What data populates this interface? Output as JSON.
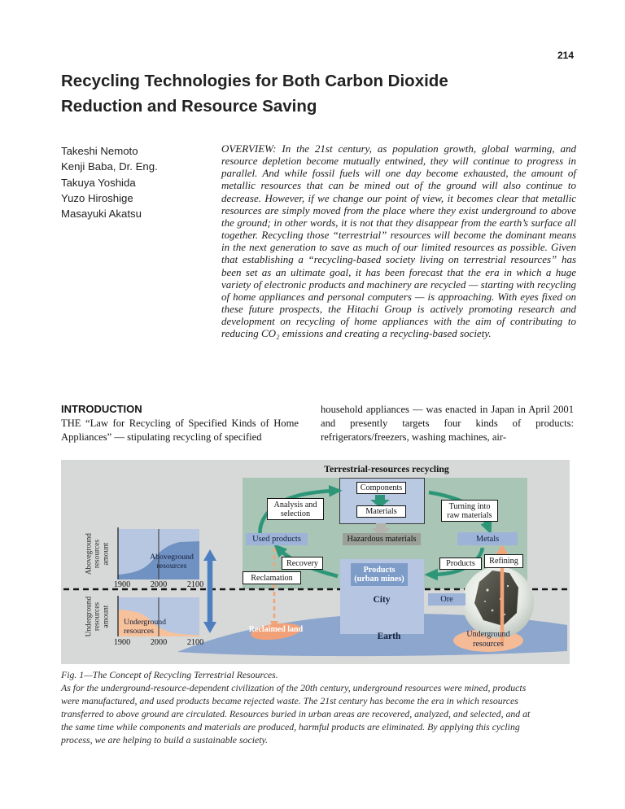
{
  "page_number": "214",
  "title": {
    "line1": "Recycling Technologies for Both Carbon Dioxide",
    "line2": "Reduction and Resource Saving"
  },
  "authors": [
    "Takeshi Nemoto",
    "Kenji Baba, Dr. Eng.",
    "Takuya Yoshida",
    "Yuzo Hiroshige",
    "Masayuki Akatsu"
  ],
  "overview": "OVERVIEW: In the 21st century, as population growth, global warming, and resource depletion become mutually entwined, they will continue to progress in parallel. And while fossil fuels will one day become exhausted, the amount of metallic resources that can be mined out of the ground will also continue to decrease. However, if we change our point of view, it becomes clear that metallic resources are simply moved from the place where they exist underground to above the ground; in other words, it is not that they disappear from the earth’s surface all together. Recycling those “terrestrial” resources will become the dominant means in the next generation to save as much of our limited resources as possible. Given that establishing a “recycling-based society living on terrestrial resources” has been set as an ultimate goal, it has been forecast that the era in which a huge variety of electronic products and machinery are recycled — starting with recycling of home appliances and personal computers — is approaching. With eyes fixed on these future prospects, the Hitachi Group is actively promoting research and development on recycling of home appliances with the aim of contributing to reducing CO₂ emissions and creating a recycling-based society.",
  "introduction": {
    "heading": "INTRODUCTION",
    "left_column": "THE “Law for Recycling of Specified Kinds of Home Appliances” — stipulating recycling of specified",
    "right_column": "household appliances — was enacted in Japan in April 2001 and presently targets four kinds of products: refrigerators/freezers, washing machines, air-"
  },
  "figure": {
    "title": "Terrestrial-resources recycling",
    "nodes": {
      "components": "Components",
      "materials": "Materials",
      "analysis": "Analysis and selection",
      "turning": "Turning into raw materials",
      "used_products": "Used products",
      "hazardous": "Hazardous materials",
      "metals": "Metals",
      "recovery": "Recovery",
      "reclamation": "Reclamation",
      "products": "Products",
      "refining": "Refining",
      "urban_mines": "Products (urban mines)",
      "city": "City",
      "ore": "Ore",
      "earth": "Earth",
      "reclaimed_land": "Reclaimed land",
      "underground_resources": "Underground resources"
    },
    "charts": {
      "above": {
        "axis_label": "Aboveground resources amount",
        "area_label": "Aboveground resources",
        "ticks": [
          "1900",
          "2000",
          "2100"
        ]
      },
      "below": {
        "axis_label": "Underground resources amount",
        "area_label": "Underground resources",
        "ticks": [
          "1900",
          "2000",
          "2100"
        ]
      }
    },
    "caption_title": "Fig. 1—The Concept of Recycling Terrestrial Resources.",
    "caption_body": "As for the underground-resource-dependent civilization of the 20th century, underground resources were mined, products were manufactured, and used products became rejected waste. The 21st century has become the era in which resources transferred to above ground are circulated. Resources buried in urban areas are recovered, analyzed, and selected, and at the same time while components and materials are produced, harmful products are eliminated. By applying this cycling process, we are helping to build a sustainable society."
  },
  "chart_data": [
    {
      "type": "area",
      "title": "Aboveground resources",
      "ylabel": "Aboveground resources amount",
      "x": [
        1900,
        1925,
        1950,
        1975,
        2000,
        2025,
        2050,
        2075,
        2100
      ],
      "y": [
        2,
        3,
        6,
        14,
        32,
        60,
        76,
        81,
        82
      ],
      "ylim": [
        0,
        100
      ],
      "x_ticks": [
        1900,
        2000,
        2100
      ],
      "annotation": "vertical reference line at year 2000; rising S-curve"
    },
    {
      "type": "area",
      "title": "Underground resources",
      "ylabel": "Underground resources amount",
      "x": [
        1900,
        1925,
        1950,
        1975,
        2000,
        2025,
        2050,
        2075,
        2100
      ],
      "y": [
        68,
        67,
        63,
        52,
        32,
        12,
        5,
        3,
        2
      ],
      "ylim": [
        0,
        100
      ],
      "x_ticks": [
        1900,
        2000,
        2100
      ],
      "annotation": "vertical reference line at year 2000; declining S-curve"
    }
  ],
  "colors": {
    "figure_bg": "#d7d8d8",
    "panel_green": "#a8c5b6",
    "light_blue": "#b7c7e1",
    "node_blue": "#9db4d8",
    "node_gray": "#9ba196",
    "area_blue": "#7092c2",
    "area_orange": "#f6c29c",
    "earth_blue": "#8ca6cd",
    "arrow_green": "#2e9678",
    "arrow_orange": "#f2a478",
    "arrow_blue": "#4d7fc0",
    "urban_mines_blue": "#7e9cc8"
  }
}
